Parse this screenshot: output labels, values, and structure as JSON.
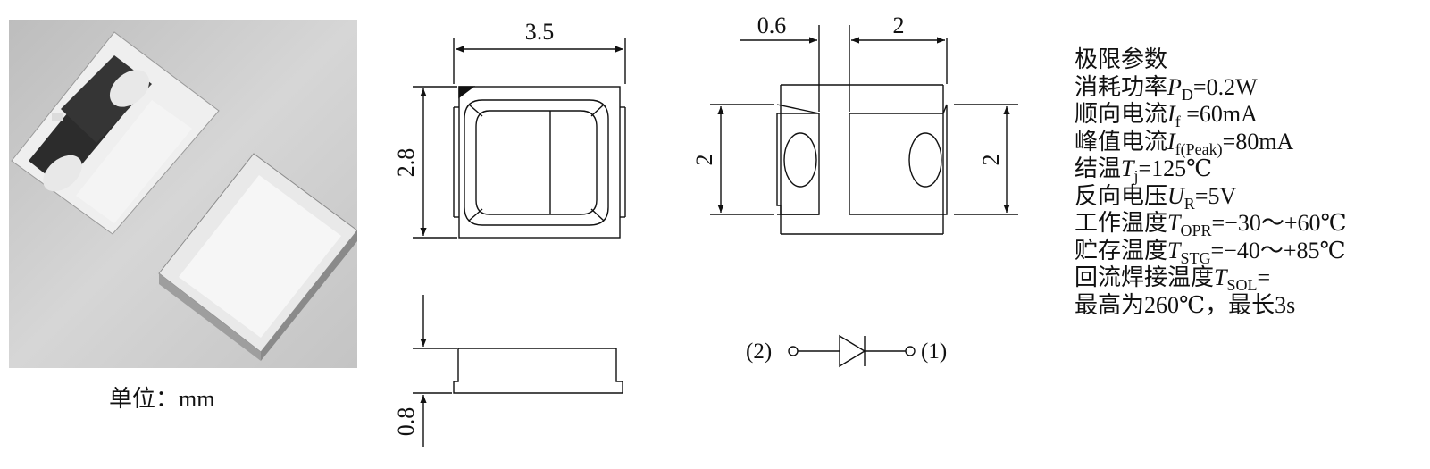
{
  "unit_label": "单位：mm",
  "dimensions": {
    "top_width": "3.5",
    "top_height": "2.8",
    "side_height": "0.8",
    "bottom_pad": "0.6",
    "bottom_width": "2",
    "bottom_height_left": "2",
    "bottom_height_right": "2"
  },
  "pins": {
    "left": "(2)",
    "right": "(1)"
  },
  "specs": {
    "title": "极限参数",
    "power": {
      "label": "消耗功率",
      "symbol": "P",
      "sub": "D",
      "value": "=0.2W"
    },
    "forward_current": {
      "label": "顺向电流",
      "symbol": "I",
      "sub": "f",
      "value": " =60mA"
    },
    "peak_current": {
      "label": "峰值电流",
      "symbol": "I",
      "sub": "f(Peak)",
      "value": "=80mA"
    },
    "junction_temp": {
      "label": "结温",
      "symbol": "T",
      "sub": "j",
      "value": "=125℃"
    },
    "reverse_voltage": {
      "label": "反向电压",
      "symbol": "U",
      "sub": "R",
      "value": "=5V"
    },
    "operating_temp": {
      "label": "工作温度",
      "symbol": "T",
      "sub": "OPR",
      "value": "=−30～+60℃"
    },
    "storage_temp": {
      "label": "贮存温度",
      "symbol": "T",
      "sub": "STG",
      "value": "=−40～+85℃"
    },
    "reflow_temp": {
      "label": "回流焊接温度",
      "symbol": "T",
      "sub": "SOL",
      "value": "="
    },
    "reflow_max": "最高为260℃，最长3s"
  }
}
